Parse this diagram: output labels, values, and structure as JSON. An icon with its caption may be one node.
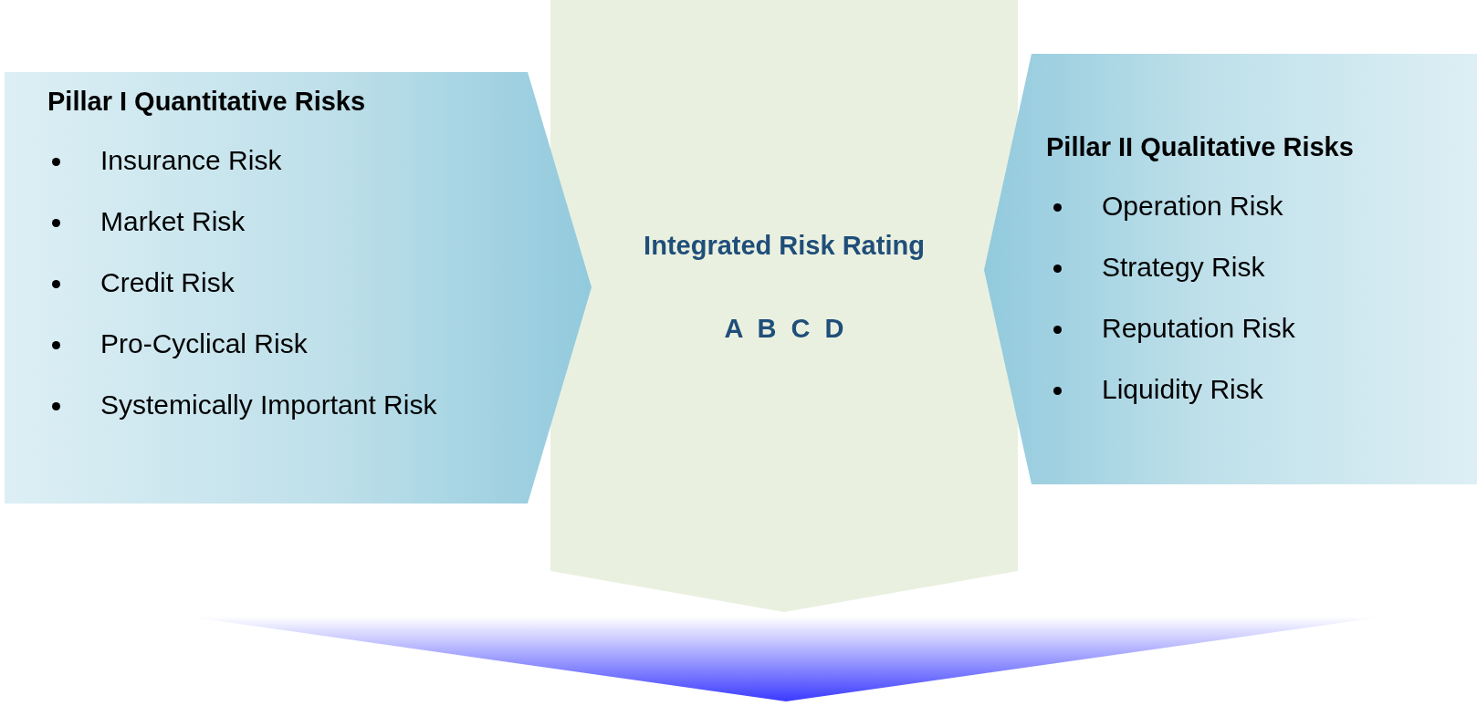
{
  "diagram": {
    "nodes": [
      {
        "text": [
          "Integrated Risk Rating",
          "A  B  C  D"
        ]
      },
      {
        "text": [
          "Pillar I Quantitative Risks",
          "Insurance Risk",
          "Market Risk",
          "Credit Risk",
          "Pro-Cyclical Risk",
          "Systemically Important Risk"
        ]
      },
      {
        "text": [
          "Pillar II Qualitative Risks",
          "Operation Risk",
          "Strategy Risk",
          "Reputation Risk",
          "Liquidity Risk"
        ]
      },
      {
        "text": [],
        "shape": "triangle"
      }
    ]
  }
}
